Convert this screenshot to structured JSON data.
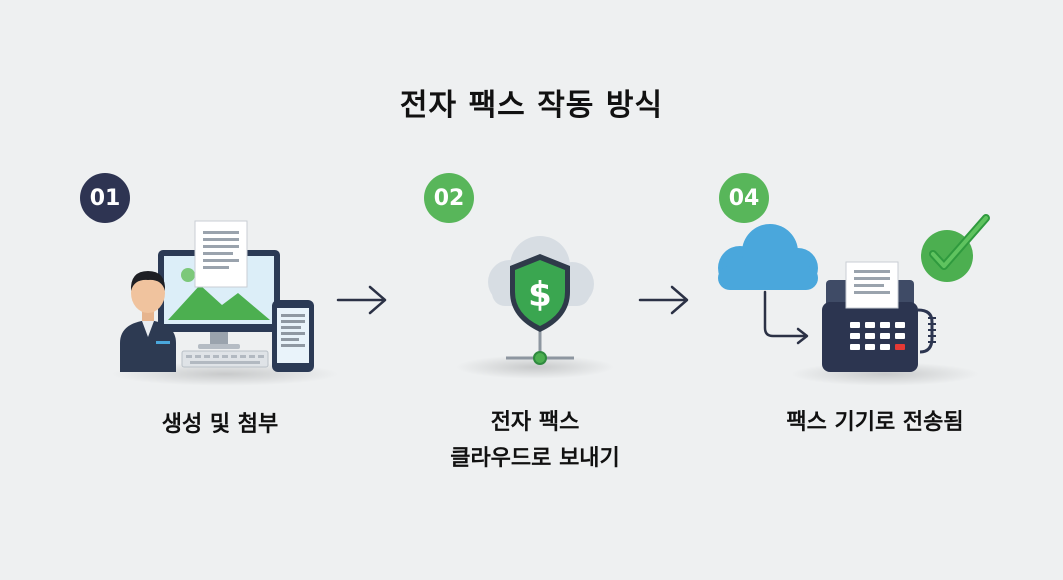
{
  "title": "전자 팩스 작동 방식",
  "colors": {
    "background": "#eef0f1",
    "dark_badge": "#2e3452",
    "green_badge": "#58b65a",
    "cloud_blue": "#4aa7dc",
    "shield_green": "#3aa650",
    "fax_navy": "#2c3550"
  },
  "steps": [
    {
      "number": "01",
      "label": "생성 및 첨부",
      "icon": "computer-user-icon"
    },
    {
      "number": "02",
      "label_line1": "전자 팩스",
      "label_line2": "클라우드로 보내기",
      "icon": "cloud-shield-icon"
    },
    {
      "number": "04",
      "label": "팩스 기기로 전송됨",
      "icon": "cloud-fax-icon"
    }
  ],
  "arrows": [
    "arrow-right-icon",
    "arrow-right-icon"
  ]
}
